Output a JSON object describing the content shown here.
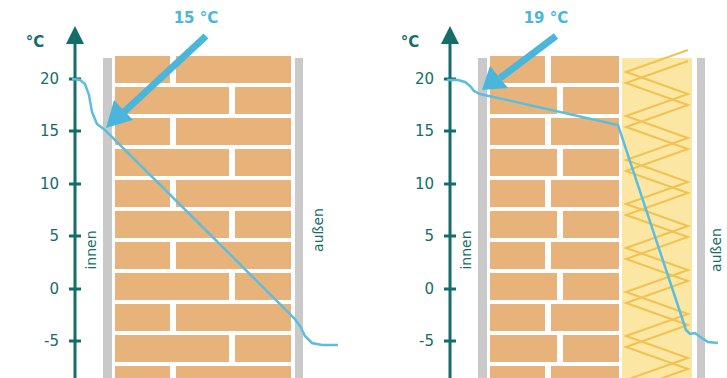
{
  "diagram": {
    "labels": [
      "°C",
      "20",
      "15",
      "10",
      "5",
      "0",
      "-5",
      "innen",
      "außen",
      "15 °C",
      "°C",
      "20",
      "15",
      "10",
      "5",
      "0",
      "-5",
      "innen",
      "außen",
      "19 °C"
    ]
  }
}
